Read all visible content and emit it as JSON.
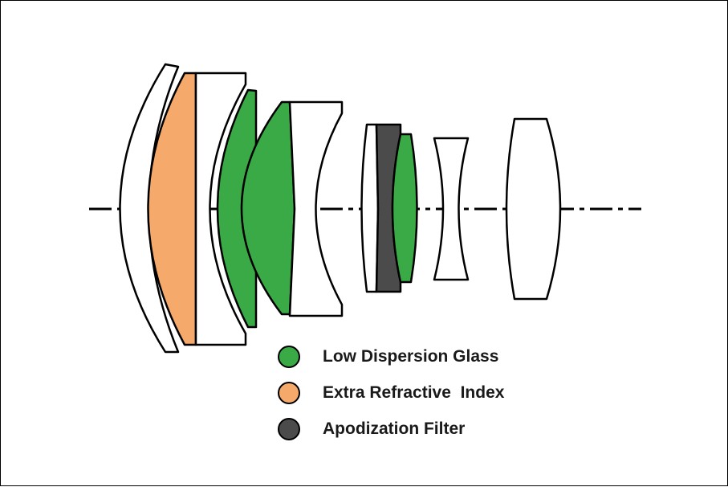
{
  "colors": {
    "low_dispersion": "#3aaa47",
    "extra_refractive": "#f5a96a",
    "apodization": "#4b4b4b",
    "lens_outline": "#000000",
    "clear_glass": "#ffffff"
  },
  "legend": [
    {
      "label": "Low Dispersion Glass",
      "color": "#3aaa47"
    },
    {
      "label": "Extra Refractive  Index",
      "color": "#f5a96a"
    },
    {
      "label": "Apodization Filter",
      "color": "#4b4b4b"
    }
  ]
}
